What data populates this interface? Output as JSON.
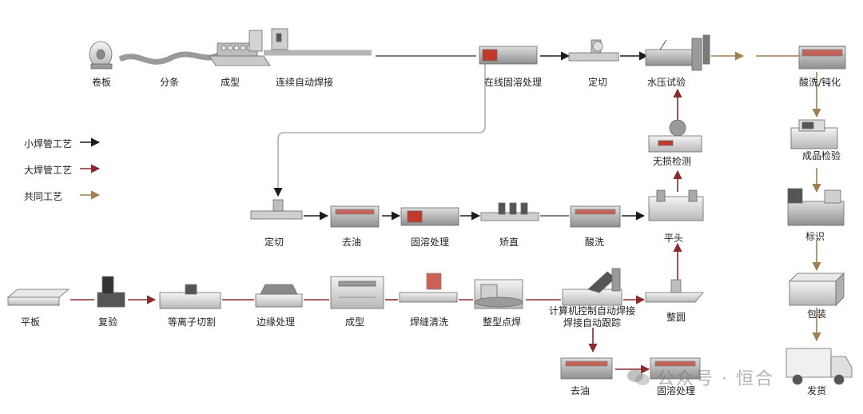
{
  "legend": [
    {
      "label": "小焊管工艺",
      "color": "#1c1c1c"
    },
    {
      "label": "大焊管工艺",
      "color": "#8a2a2a"
    },
    {
      "label": "共同工艺",
      "color": "#a08050"
    }
  ],
  "steps": {
    "juanban": "卷板",
    "fentiao": "分条",
    "chengxing_small": "成型",
    "lianxu": "连续自动焊接",
    "zaixian": "在线固溶处理",
    "dingqie_top": "定切",
    "shuiya": "水压试验",
    "suanxi_dunhua": "酸洗/钝化",
    "chengpin": "成品检验",
    "biaoshi": "标识",
    "baozhuang": "包装",
    "fahuo": "发货",
    "wusun": "无损检测",
    "pingtou": "平头",
    "dingqie_mid": "定切",
    "quyou_mid": "去油",
    "gurong_mid": "固溶处理",
    "jiaozhi": "矫直",
    "suanxi_mid": "酸洗",
    "pingban": "平板",
    "fuyan": "复验",
    "dengli": "等离子切割",
    "bianyuan": "边缘处理",
    "chengxing_large": "成型",
    "hanfeng": "焊缝清洗",
    "zhengxing": "整型点焊",
    "jisuanji_1": "计算机控制自动焊接",
    "jisuanji_2": "焊接自动跟踪",
    "zhengyuan": "整圆",
    "quyou_bot": "去油",
    "gurong_bot": "固溶处理"
  },
  "watermark": "公众号 · 恒合"
}
